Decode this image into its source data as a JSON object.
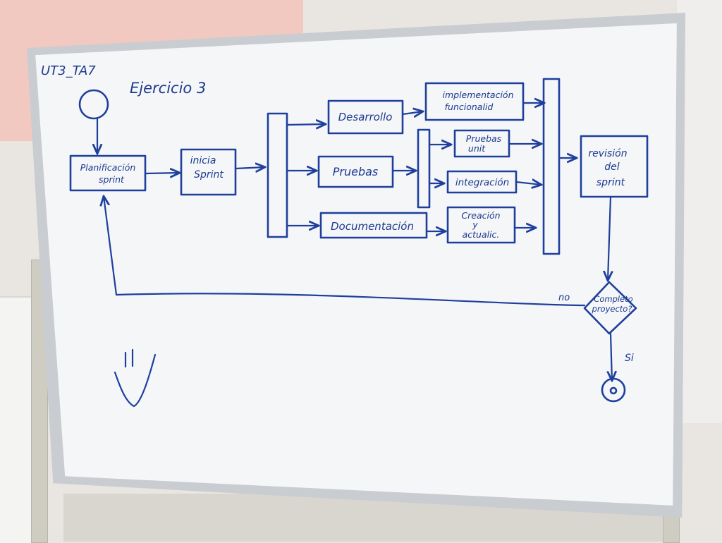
{
  "board": {
    "title": "UT3_TA7",
    "exercise": "Ejercicio 3"
  },
  "nodes": {
    "planificacion": "Planificación sprint",
    "inicia": "inicia Sprint",
    "desarrollo": "Desarrollo",
    "pruebas": "Pruebas",
    "documentacion": "Documentación",
    "implementacion": "implementación funcionalid",
    "pruebas_unit": "Pruebas unit",
    "integracion": "integración",
    "creacion": "Creación y actualic.",
    "revision": "revisión del sprint",
    "decision": "Completo proyecto?"
  },
  "edges": {
    "no": "no",
    "si": "Si"
  },
  "colors": {
    "ink": "#1f3f9c",
    "board": "#f4f6f8",
    "frame": "#c9ccd0"
  }
}
